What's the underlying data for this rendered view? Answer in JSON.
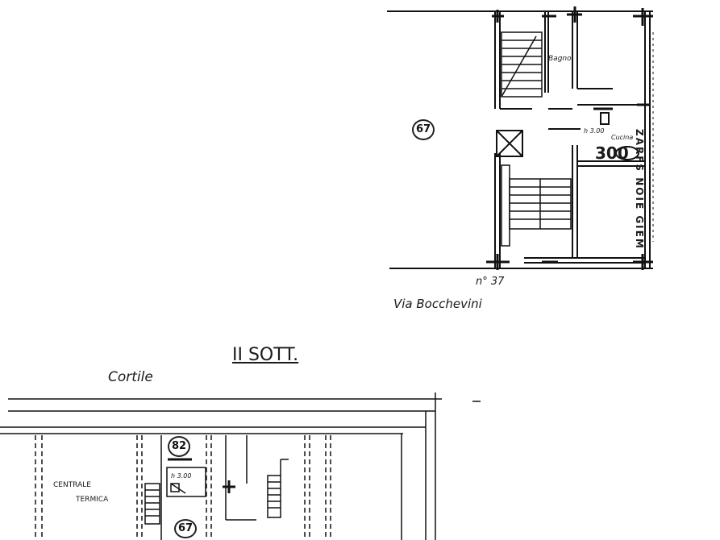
{
  "plan_top": {
    "unit_badge": "67",
    "room_bagno": "Bagno",
    "room_cucina": "Cucina",
    "height_mark": "h 3.00",
    "room_number": "300",
    "civic_number": "n° 37",
    "street": "Via Bocchevini"
  },
  "side_note": {
    "text": "ZARFS NOIE GIEM"
  },
  "plan_bottom": {
    "floor_title": "II SOTT.",
    "courtyard": "Cortile",
    "room_line1": "CENTRALE",
    "room_line2": "TERMICA",
    "badge_upper": "82",
    "badge_lower": "67",
    "height_mark": "h 3.00"
  }
}
